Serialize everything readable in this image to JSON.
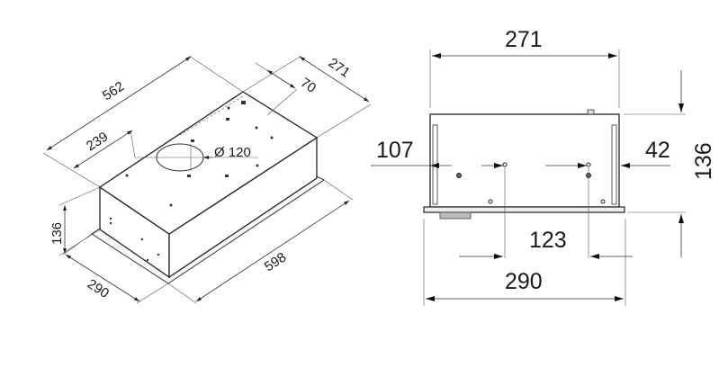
{
  "isometric_view": {
    "length_total": "562",
    "depth_top": "271",
    "outlet_offset_back": "70",
    "outlet_offset_side": "239",
    "outlet_diameter": "Ø 120",
    "height": "136",
    "plate_depth": "290",
    "plate_length": "598"
  },
  "front_view": {
    "body_width": "271",
    "height": "136",
    "left_offset": "107",
    "right_offset": "42",
    "hole_spacing": "123",
    "plate_width": "290"
  }
}
